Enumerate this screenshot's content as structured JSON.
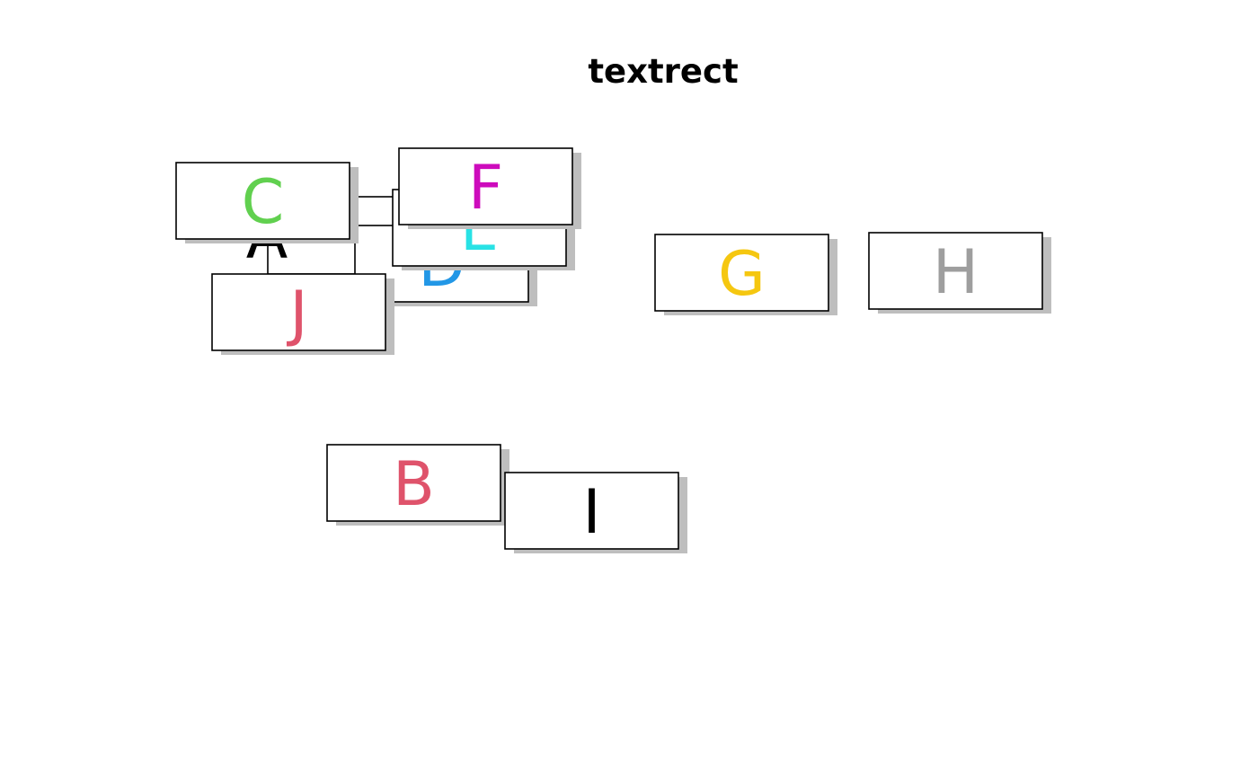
{
  "title": "textrect",
  "colors": {
    "box_fill": "#ffffff",
    "box_border": "#000000",
    "shadow": "#bebebe"
  },
  "boxes": [
    {
      "label": "A",
      "color": "#000000"
    },
    {
      "label": "D",
      "color": "#2297e6"
    },
    {
      "label": "E",
      "color": "#28e2e5"
    },
    {
      "label": "F",
      "color": "#cd0bbc"
    },
    {
      "label": "C",
      "color": "#61d04f"
    },
    {
      "label": "J",
      "color": "#df536b"
    },
    {
      "label": "G",
      "color": "#f5c710"
    },
    {
      "label": "H",
      "color": "#9e9e9e"
    },
    {
      "label": "B",
      "color": "#df536b"
    },
    {
      "label": "I",
      "color": "#000000"
    }
  ]
}
